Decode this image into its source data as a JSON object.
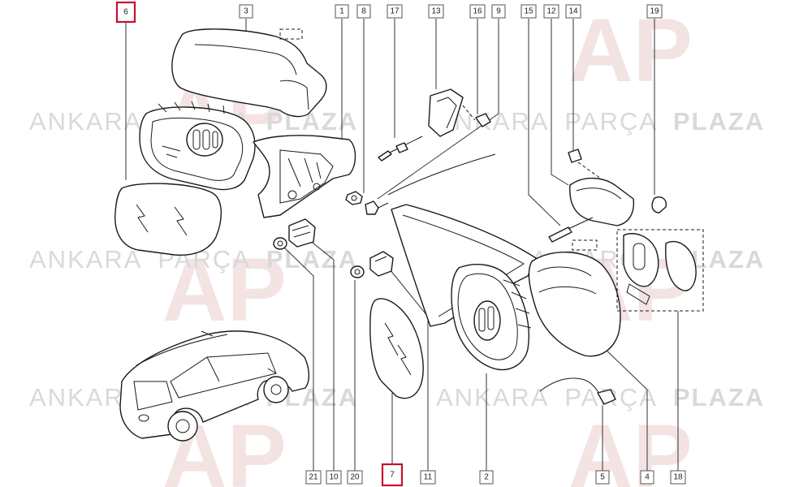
{
  "watermark": {
    "brand_light": "ANKARA",
    "middle": "PARÇA",
    "brand_bold": "PLAZA",
    "logo_text": "AP"
  },
  "callouts": [
    {
      "id": "c6",
      "label": "6",
      "highlight": true
    },
    {
      "id": "c3",
      "label": "3",
      "highlight": false
    },
    {
      "id": "c1",
      "label": "1",
      "highlight": false
    },
    {
      "id": "c8",
      "label": "8",
      "highlight": false
    },
    {
      "id": "c17",
      "label": "17",
      "highlight": false
    },
    {
      "id": "c13",
      "label": "13",
      "highlight": false
    },
    {
      "id": "c16",
      "label": "16",
      "highlight": false
    },
    {
      "id": "c9",
      "label": "9",
      "highlight": false
    },
    {
      "id": "c15",
      "label": "15",
      "highlight": false
    },
    {
      "id": "c12",
      "label": "12",
      "highlight": false
    },
    {
      "id": "c14",
      "label": "14",
      "highlight": false
    },
    {
      "id": "c19",
      "label": "19",
      "highlight": false
    },
    {
      "id": "c21",
      "label": "21",
      "highlight": false
    },
    {
      "id": "c10",
      "label": "10",
      "highlight": false
    },
    {
      "id": "c20",
      "label": "20",
      "highlight": false
    },
    {
      "id": "c7",
      "label": "7",
      "highlight": true
    },
    {
      "id": "c11",
      "label": "11",
      "highlight": false
    },
    {
      "id": "c2",
      "label": "2",
      "highlight": false
    },
    {
      "id": "c5",
      "label": "5",
      "highlight": false
    },
    {
      "id": "c4",
      "label": "4",
      "highlight": false
    },
    {
      "id": "c18",
      "label": "18",
      "highlight": false
    }
  ],
  "colors": {
    "highlight": "#c8102e",
    "line": "#1a1a1a",
    "watermark_text": "#d9d9d9",
    "watermark_logo": "#f3e3e3"
  }
}
